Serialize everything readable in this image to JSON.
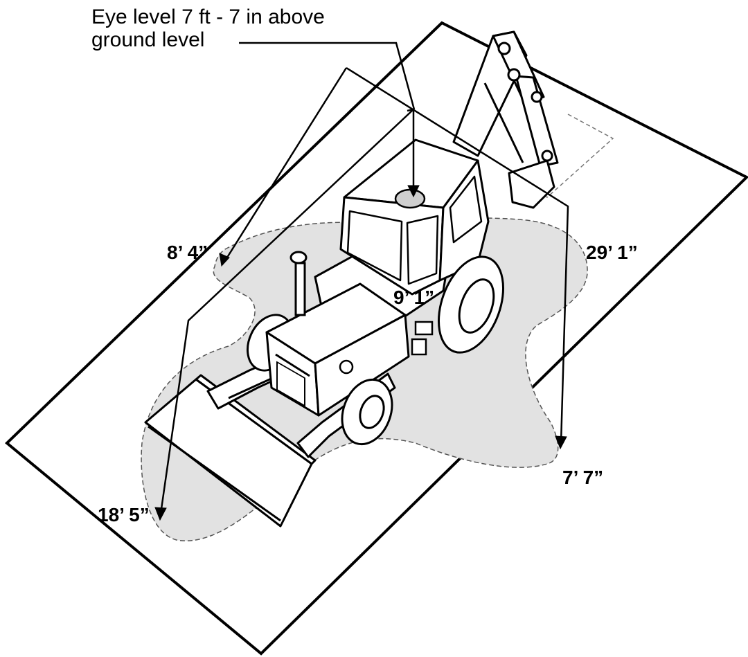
{
  "annotation": {
    "eye_level_line1": "Eye level 7 ft - 7 in above",
    "eye_level_line2": "ground level"
  },
  "dimensions": {
    "left_front": "8’ 4”",
    "right_rear": "29’ 1”",
    "center": "9’ 1”",
    "right_front": "7’ 7”",
    "left_rear": "18’ 5”"
  },
  "colors": {
    "blind_zone": "#e2e2e2",
    "line": "#000000",
    "eye_marker": "#cfcfcf"
  }
}
